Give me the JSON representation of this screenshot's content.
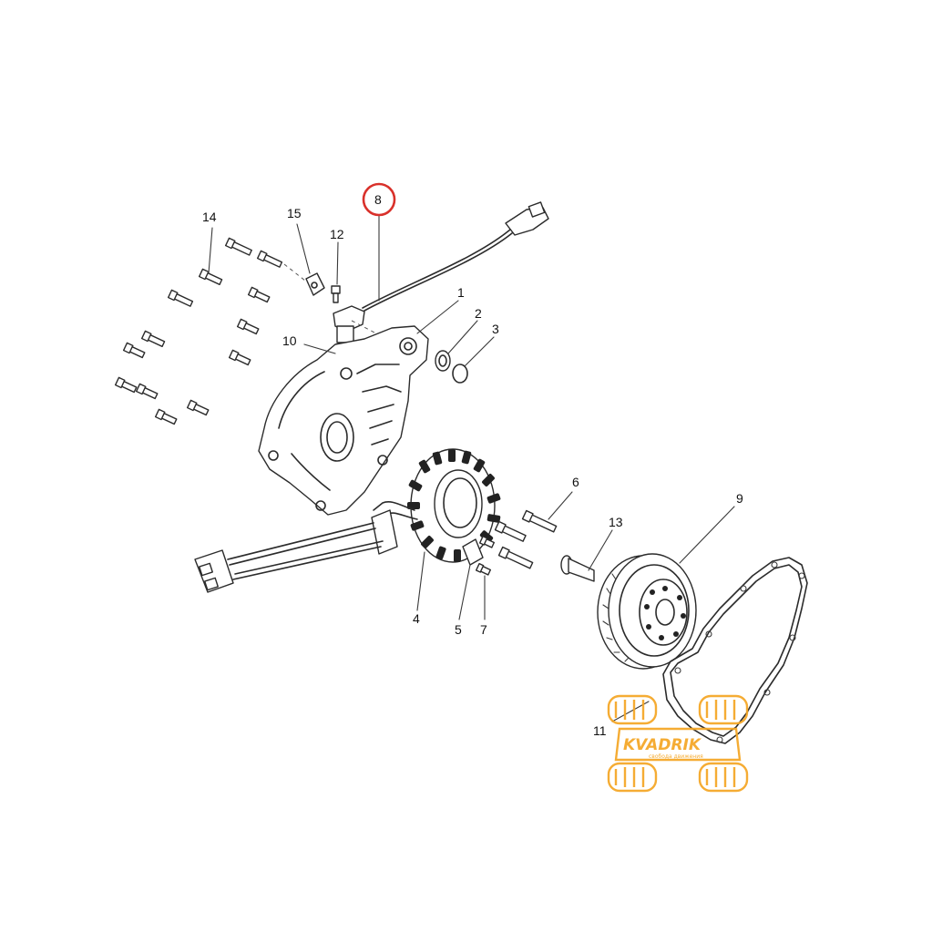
{
  "callouts": [
    {
      "id": "c1",
      "text": "1"
    },
    {
      "id": "c2",
      "text": "2"
    },
    {
      "id": "c3",
      "text": "3"
    },
    {
      "id": "c4",
      "text": "4"
    },
    {
      "id": "c5",
      "text": "5"
    },
    {
      "id": "c6",
      "text": "6"
    },
    {
      "id": "c7",
      "text": "7"
    },
    {
      "id": "c8",
      "text": "8",
      "highlighted": true
    },
    {
      "id": "c9",
      "text": "9"
    },
    {
      "id": "c10",
      "text": "10"
    },
    {
      "id": "c11",
      "text": "11"
    },
    {
      "id": "c12",
      "text": "12"
    },
    {
      "id": "c13",
      "text": "13"
    },
    {
      "id": "c14",
      "text": "14"
    },
    {
      "id": "c15",
      "text": "15"
    }
  ],
  "highlight_color": "#d9312b",
  "watermark": {
    "brand": "KVADRIK",
    "tagline": "свобода движения",
    "color": "#f5a623"
  }
}
